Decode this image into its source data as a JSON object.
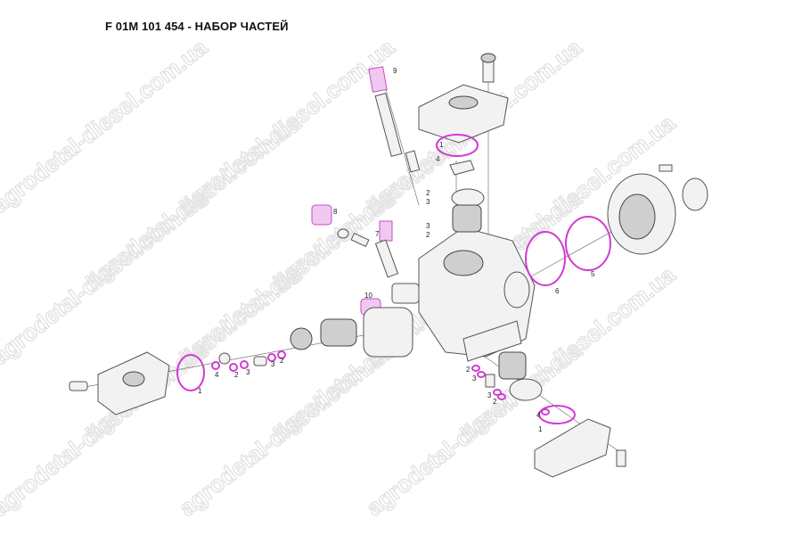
{
  "title": "F 01M 101 454 - НАБОР ЧАСТЕЙ",
  "watermark": "agrodetal-diesel.com.ua",
  "colors": {
    "highlight": "#d23ad2",
    "line": "#555555"
  },
  "callouts": [
    {
      "label": "9"
    },
    {
      "label": "1"
    },
    {
      "label": "4"
    },
    {
      "label": "2"
    },
    {
      "label": "3"
    },
    {
      "label": "3"
    },
    {
      "label": "2"
    },
    {
      "label": "8"
    },
    {
      "label": "7"
    },
    {
      "label": "10"
    },
    {
      "label": "6"
    },
    {
      "label": "5"
    },
    {
      "label": "1"
    },
    {
      "label": "4"
    },
    {
      "label": "2"
    },
    {
      "label": "3"
    },
    {
      "label": "3"
    },
    {
      "label": "2"
    },
    {
      "label": "2"
    },
    {
      "label": "3"
    },
    {
      "label": "3"
    },
    {
      "label": "2"
    },
    {
      "label": "4"
    },
    {
      "label": "1"
    }
  ]
}
